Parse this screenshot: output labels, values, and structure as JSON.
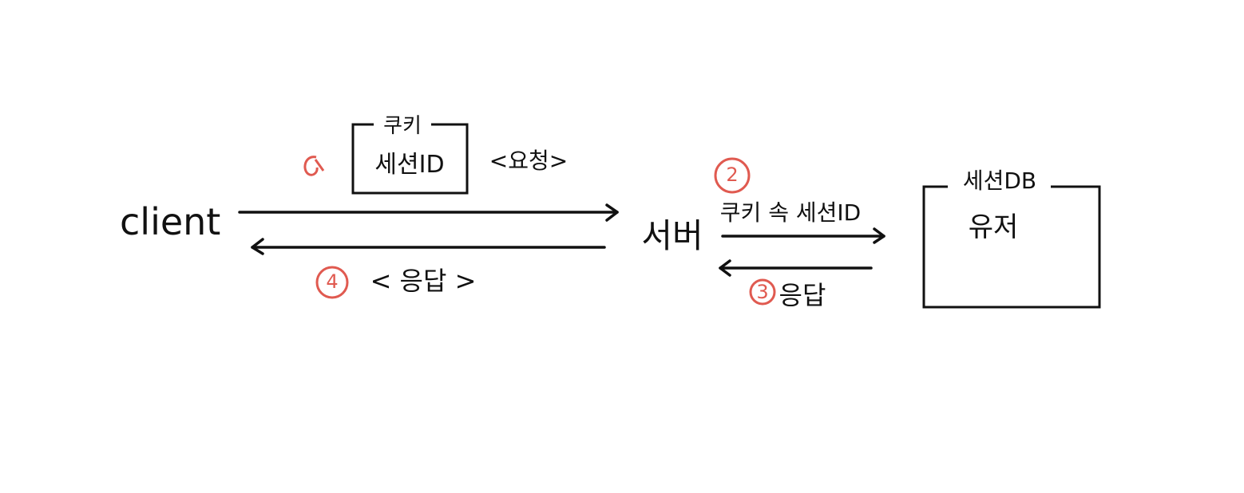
{
  "nodes": {
    "client": "client",
    "server": "서버",
    "session_db": {
      "title": "세션DB",
      "content": "유저"
    },
    "cookie": {
      "title": "쿠키",
      "content": "세션ID"
    }
  },
  "edges": {
    "request": {
      "step": "1",
      "label": "<요청>"
    },
    "response": {
      "step": "4",
      "label": "< 응답 >"
    },
    "lookup": {
      "step": "2",
      "label": "쿠키 속 세션ID"
    },
    "db_response": {
      "step": "3",
      "label": "응답"
    }
  },
  "colors": {
    "ink": "#111111",
    "step_marker": "#e05a50"
  }
}
